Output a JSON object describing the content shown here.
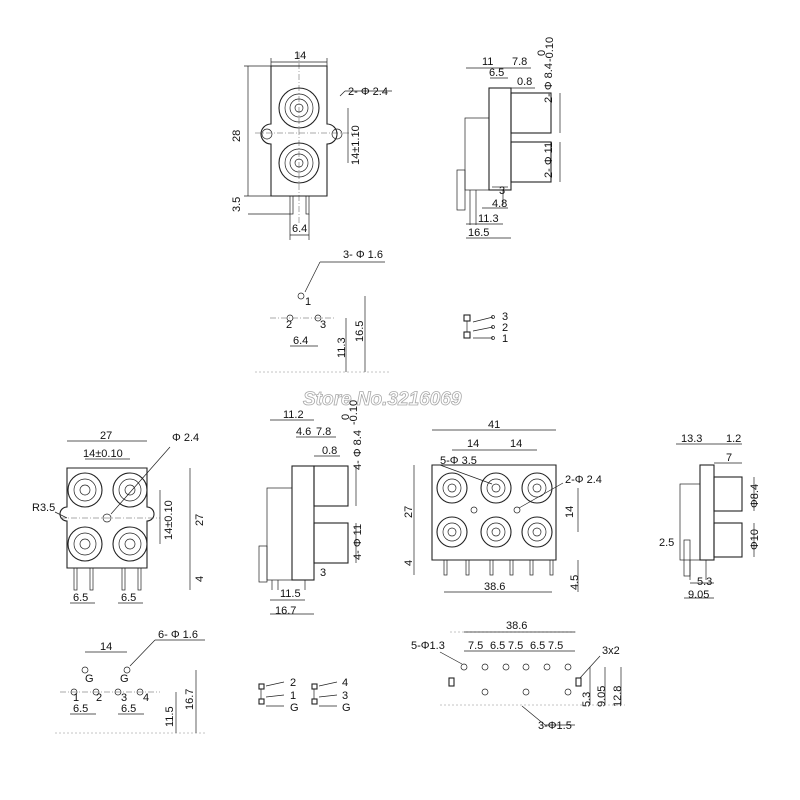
{
  "watermark": "Store No.3216069",
  "view1": {
    "top": "14",
    "hole": "2- Φ 2.4",
    "height": "28",
    "spacing": "14±1.10",
    "bottom": "3.5",
    "pins": "6.4"
  },
  "view2": {
    "d11": "11",
    "d78": "7.8",
    "d65": "6.5",
    "d08": "0.8",
    "phi84": "2- Φ 8.4",
    "tol_a": "0",
    "tol_b": "-0.10",
    "phi11": "2- Φ 11",
    "d3": "3",
    "d48": "4.8",
    "d113": "11.3",
    "d165": "16.5"
  },
  "view3": {
    "hole": "3- Φ 1.6",
    "p1": "1",
    "p2": "2",
    "p3": "3",
    "w": "6.4",
    "h1": "11.3",
    "h2": "16.5"
  },
  "schem1": {
    "l3": "3",
    "l2": "2",
    "l1": "1"
  },
  "view4": {
    "top": "27",
    "pitch": "14±0.10",
    "hole": "Φ 2.4",
    "r": "R3.5",
    "h": "27",
    "v14": "14±0.10",
    "d4": "4",
    "b1": "6.5",
    "b2": "6.5"
  },
  "view5": {
    "d112": "11.2",
    "d46": "4.6",
    "d78": "7.8",
    "d08": "0.8",
    "phi84": "4- Φ 8.4",
    "tol_a": "0",
    "tol_b": "-0.10",
    "phi11": "4- Φ 11",
    "d3": "3",
    "d115": "11.5",
    "d167": "16.7"
  },
  "view6": {
    "top": "41",
    "l14": "14",
    "r14": "14",
    "hole": "5-Φ 3.5",
    "hole2": "2-Φ 2.4",
    "h": "27",
    "v14": "14",
    "d4": "4",
    "w": "38.6",
    "d45": "4.5"
  },
  "view7": {
    "d133": "13.3",
    "d12": "1.2",
    "d7": "7",
    "phi84": "Φ8.4",
    "phi10": "Φ10",
    "d25": "2.5",
    "d53": "5.3",
    "d905": "9.05"
  },
  "view8": {
    "top": "14",
    "hole": "6- Φ 1.6",
    "g1": "G",
    "g2": "G",
    "p1": "1",
    "p2": "2",
    "p3": "3",
    "p4": "4",
    "b1": "6.5",
    "b2": "6.5",
    "h1": "11.5",
    "h2": "16.7"
  },
  "schem2": {
    "a2": "2",
    "a1": "1",
    "aG": "G",
    "b4": "4",
    "b3": "3",
    "bG": "G"
  },
  "view9": {
    "top": "38.6",
    "hole": "5-Φ1.3",
    "s1": "7.5",
    "s2": "6.5",
    "s3": "7.5",
    "s4": "6.5",
    "s5": "7.5",
    "slot": "3x2",
    "bot": "3-Φ1.5",
    "v53": "5.3",
    "v905": "9.05",
    "v128": "12.8"
  }
}
